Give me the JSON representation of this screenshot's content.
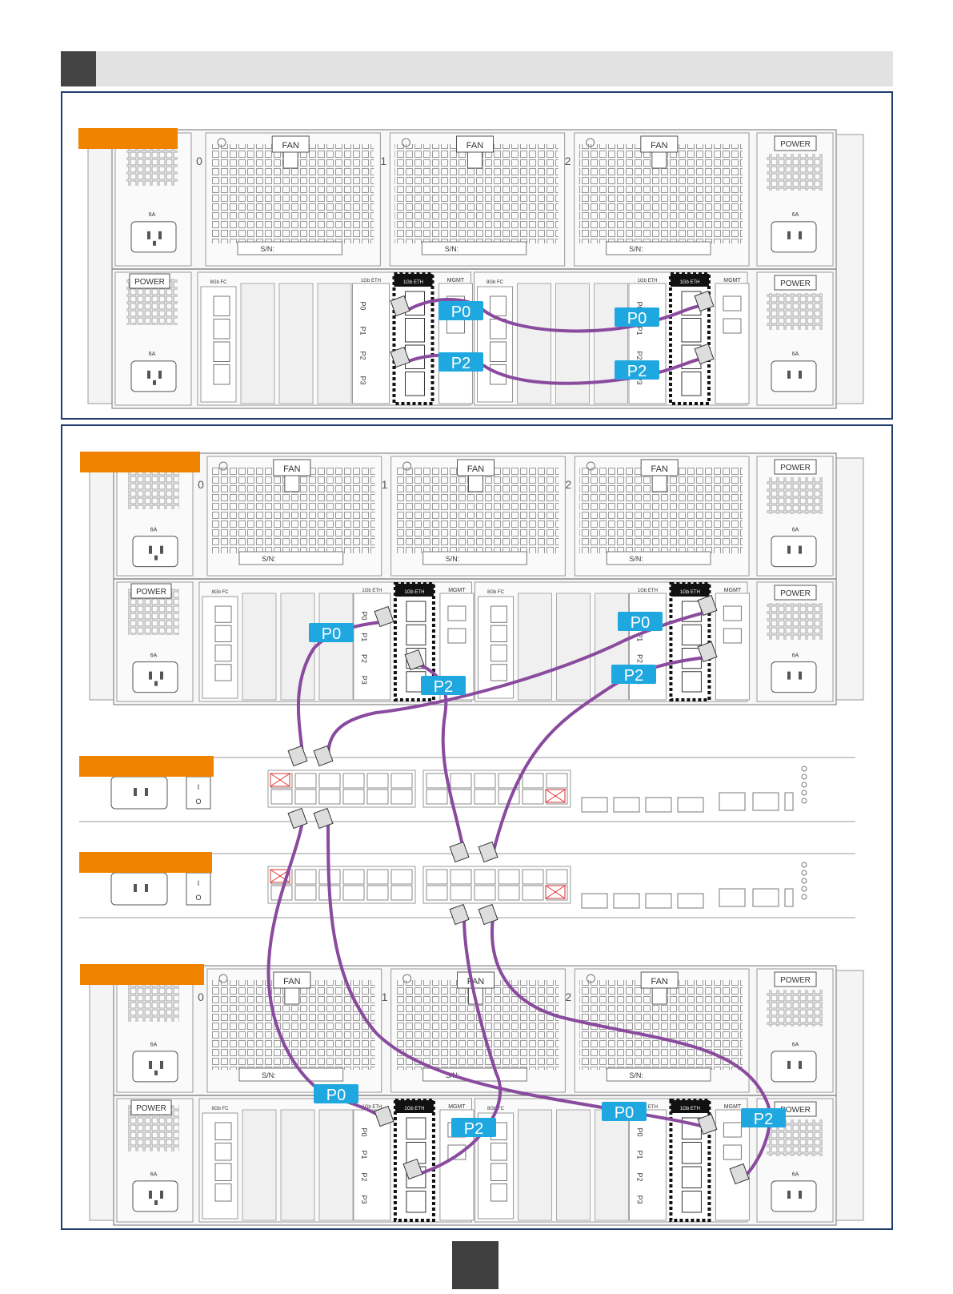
{
  "header": {
    "title": ""
  },
  "labels": {
    "fan": "FAN",
    "power": "POWER",
    "sn": "S/N:",
    "mgmt": "MGMT",
    "eth": "1Gb ETH",
    "fc": "8Gb FC",
    "amp": "6A",
    "slot0": "0",
    "slot1": "1",
    "slot2": "2",
    "p0": "P0",
    "p1": "P1",
    "p2": "P2",
    "p3": "P3",
    "sw_on": "I",
    "sw_off": "O"
  },
  "cable_tags": {
    "p0": "P0",
    "p2": "P2"
  },
  "colors": {
    "cable": "#8a4a9e",
    "tag": "#1fa8e0",
    "orange": "#f08400",
    "frame": "#1f3d6e",
    "header": "#e2e2e2",
    "dark": "#444444"
  },
  "page": {
    "number": ""
  }
}
